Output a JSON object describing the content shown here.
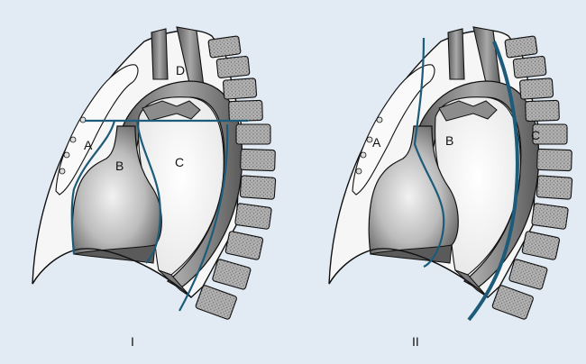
{
  "figure": {
    "panels": [
      {
        "id": "I",
        "caption": "I",
        "labels": {
          "A": "A",
          "B": "B",
          "C": "C",
          "D": "D"
        }
      },
      {
        "id": "II",
        "caption": "II",
        "labels": {
          "A": "A",
          "B": "B",
          "C": "C"
        }
      }
    ]
  },
  "colors": {
    "background": "#e2ebf4",
    "boundary_line": "#1d5b7a",
    "outline": "#1a1a1a",
    "lung_field": "#f4f4f4",
    "vessel": "#8a8a8a",
    "heart": "#bdbdbd",
    "vertebra": "#a8a8a8"
  }
}
